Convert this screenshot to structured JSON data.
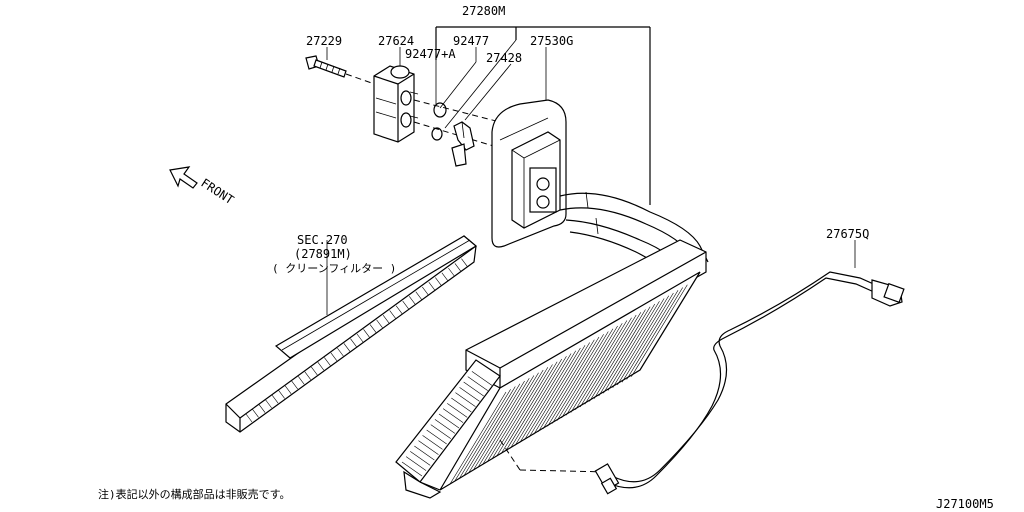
{
  "labels": {
    "assembly": "27280M",
    "bolt": "27229",
    "valve": "27624",
    "oring_small": "92477",
    "oring_plus": "92477+A",
    "clip": "27428",
    "pipe": "27530G",
    "sensor": "27675Q",
    "filter_sec": "SEC.270",
    "filter_part": "(27891M)",
    "filter_name": "( クリーンフィルター )",
    "front": "FRONT",
    "footnote": "注)表記以外の構成部品は非販売です。",
    "diagram_id": "J27100M5"
  },
  "icons": {
    "front_arrow": "front-arrow-icon"
  }
}
